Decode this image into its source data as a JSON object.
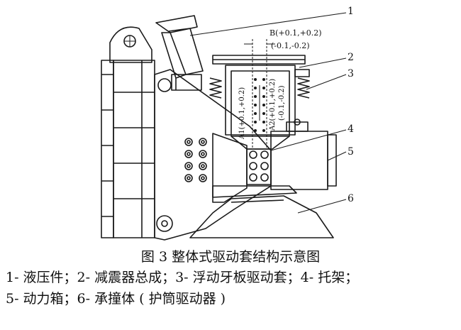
{
  "figure": {
    "title": "图 3 整体式驱动套结构示意图",
    "legend_lines": [
      "1- 液压件；2- 减震器总成；3- 浮动牙板驱动套；4- 托架；",
      "5- 动力箱；6- 承撞体 ( 护筒驱动器 )"
    ],
    "callouts": [
      "1",
      "2",
      "3",
      "4",
      "5",
      "6"
    ],
    "dimension_labels": {
      "b": "B(+0.1,+0.2)",
      "b_sub": "(-0.1,-0.2)",
      "a1": "A1(+0.1,+0.2)",
      "a2": "A2(+0.1,+0.2)",
      "a2_sub": "(-0.1,-0.2)"
    },
    "colors": {
      "line": "#1a1a1a",
      "background": "#ffffff"
    }
  }
}
